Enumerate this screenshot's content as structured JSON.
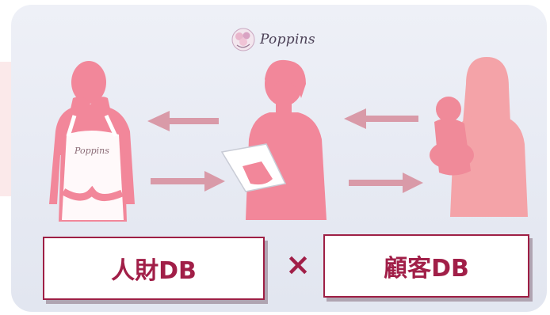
{
  "logo": {
    "text": "Poppins"
  },
  "apron_text": "Poppins",
  "left_box": {
    "label": "人財DB"
  },
  "right_box": {
    "label": "顧客DB"
  },
  "operator": "×",
  "colors": {
    "figure": "#f2879a",
    "figure_light": "#f4a3a8",
    "arrow": "#d99aa8",
    "accent": "#a11f48",
    "panel": "#eaedf5"
  }
}
